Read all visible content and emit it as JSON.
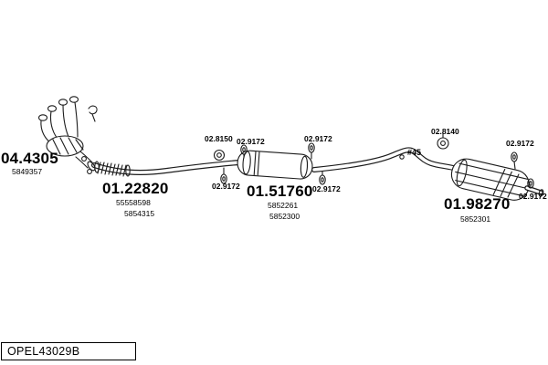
{
  "drawing_code": "OPEL43029B",
  "parts": {
    "manifold": {
      "part_no": "04.4305",
      "ref": "5849357"
    },
    "front_pipe": {
      "part_no": "01.22820",
      "ref1": "55558598",
      "ref2": "5854315"
    },
    "clamp": {
      "part_no": "02.8150"
    },
    "hanger": {
      "part_no": "02.9172"
    },
    "centre_silencer": {
      "part_no": "01.51760",
      "ref1": "5852261",
      "ref2": "5852300"
    },
    "bracket": {
      "part_no": "02.8140"
    },
    "rear_silencer": {
      "part_no": "01.98270",
      "ref": "5852301"
    },
    "position_note": "#45"
  },
  "icons": {
    "rubber_mount_icon": "small-ring-with-slot",
    "clamp_icon": "double-circle-clamp",
    "bracket_icon": "grommet-with-tab",
    "hook_icon": "j-shaped-hanger-hook"
  }
}
